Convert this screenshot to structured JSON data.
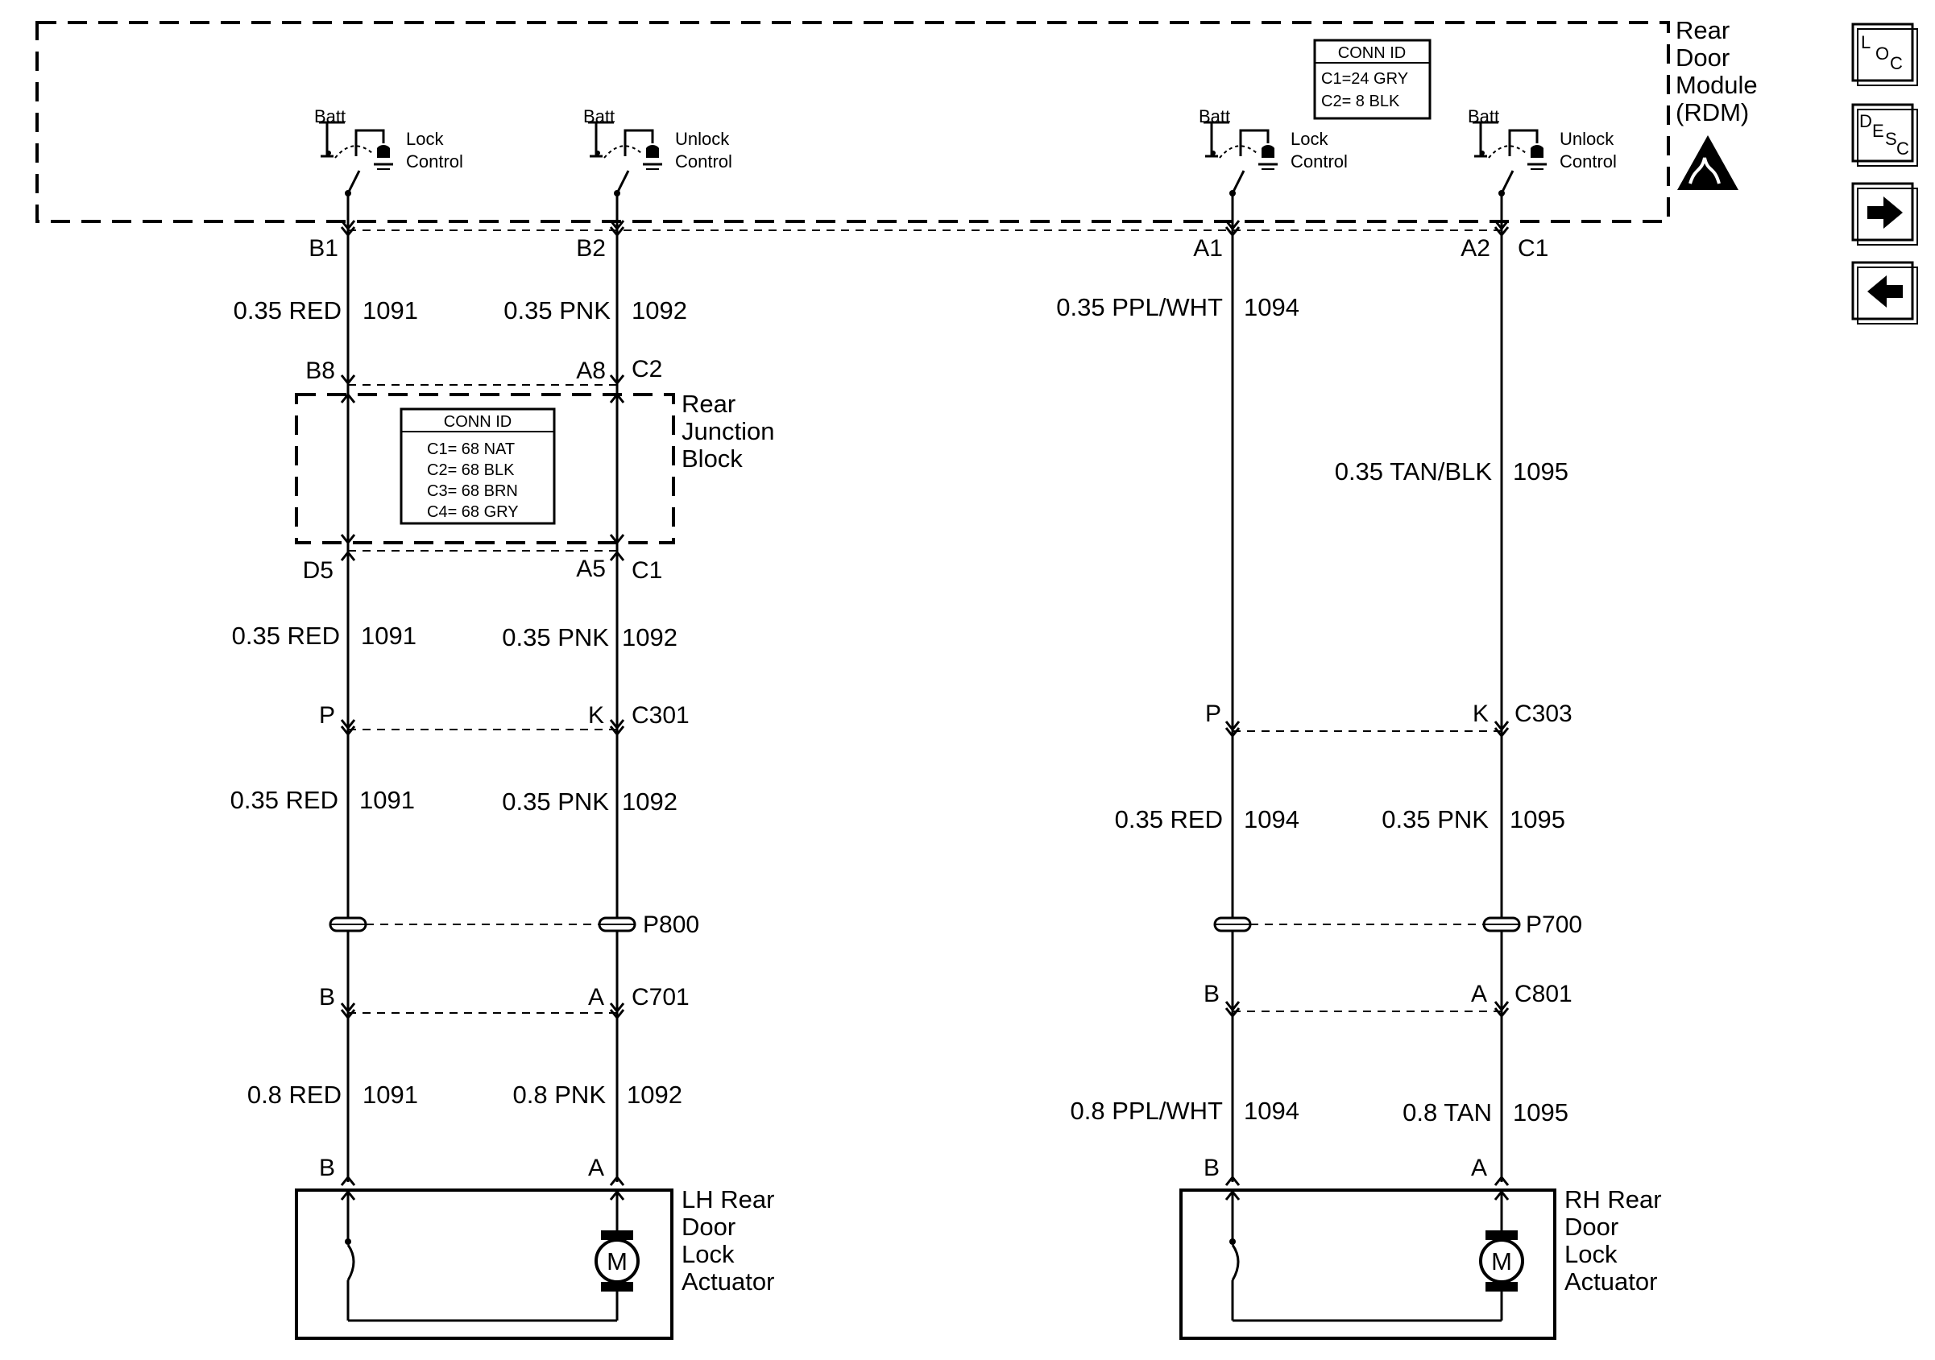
{
  "rdm": {
    "title_lines": [
      "Rear",
      "Door",
      "Module",
      "(RDM)"
    ],
    "conn_id": {
      "title": "CONN ID",
      "lines": [
        "C1=24 GRY",
        "C2=  8 BLK"
      ]
    },
    "switches": [
      {
        "batt": "Batt",
        "label_lines": [
          "Lock",
          "Control"
        ]
      },
      {
        "batt": "Batt",
        "label_lines": [
          "Unlock",
          "Control"
        ]
      },
      {
        "batt": "Batt",
        "label_lines": [
          "Lock",
          "Control"
        ]
      },
      {
        "batt": "Batt",
        "label_lines": [
          "Unlock",
          "Control"
        ]
      }
    ],
    "pins": [
      "B1",
      "B2",
      "A1",
      "A2"
    ],
    "connector_right": "C1"
  },
  "rjb": {
    "title_lines": [
      "Rear",
      "Junction",
      "Block"
    ],
    "conn_id": {
      "title": "CONN ID",
      "lines": [
        "C1= 68 NAT",
        "C2= 68 BLK",
        "C3= 68 BRN",
        "C4= 68 GRY"
      ]
    },
    "top_pins": [
      "B8",
      "A8"
    ],
    "top_connector": "C2",
    "bottom_pins": [
      "D5",
      "A5"
    ],
    "bottom_connector": "C1"
  },
  "wires": {
    "w1_a": {
      "spec": "0.35 RED",
      "circuit": "1091"
    },
    "w2_a": {
      "spec": "0.35 PNK",
      "circuit": "1092"
    },
    "w3_a": {
      "spec": "0.35 PPL/WHT",
      "circuit": "1094"
    },
    "w4_a": {
      "spec": "0.35 TAN/BLK",
      "circuit": "1095"
    },
    "w1_b": {
      "spec": "0.35 RED",
      "circuit": "1091"
    },
    "w2_b": {
      "spec": "0.35 PNK",
      "circuit": "1092"
    },
    "w1_c": {
      "spec": "0.35 RED",
      "circuit": "1091"
    },
    "w2_c": {
      "spec": "0.35 PNK",
      "circuit": "1092"
    },
    "w3_c": {
      "spec": "0.35 RED",
      "circuit": "1094"
    },
    "w4_c": {
      "spec": "0.35 PNK",
      "circuit": "1095"
    },
    "w1_d": {
      "spec": "0.8 RED",
      "circuit": "1091"
    },
    "w2_d": {
      "spec": "0.8 PNK",
      "circuit": "1092"
    },
    "w3_d": {
      "spec": "0.8 PPL/WHT",
      "circuit": "1094"
    },
    "w4_d": {
      "spec": "0.8 TAN",
      "circuit": "1095"
    }
  },
  "connectors": {
    "c301": {
      "name": "C301",
      "pins": [
        "P",
        "K"
      ]
    },
    "c303": {
      "name": "C303",
      "pins": [
        "P",
        "K"
      ]
    },
    "p800": {
      "name": "P800"
    },
    "p700": {
      "name": "P700"
    },
    "c701": {
      "name": "C701",
      "pins": [
        "B",
        "A"
      ]
    },
    "c801": {
      "name": "C801",
      "pins": [
        "B",
        "A"
      ]
    }
  },
  "actuators": {
    "lh": {
      "title_lines": [
        "LH Rear",
        "Door",
        "Lock",
        "Actuator"
      ],
      "pins": [
        "B",
        "A"
      ],
      "motor": "M"
    },
    "rh": {
      "title_lines": [
        "RH Rear",
        "Door",
        "Lock",
        "Actuator"
      ],
      "pins": [
        "B",
        "A"
      ],
      "motor": "M"
    }
  },
  "nav": {
    "loc": {
      "main": "L",
      "sub": "O",
      "sub2": "C"
    },
    "desc": {
      "main": "D",
      "sub": "E",
      "sub2": "S",
      "sub3": "C"
    }
  }
}
